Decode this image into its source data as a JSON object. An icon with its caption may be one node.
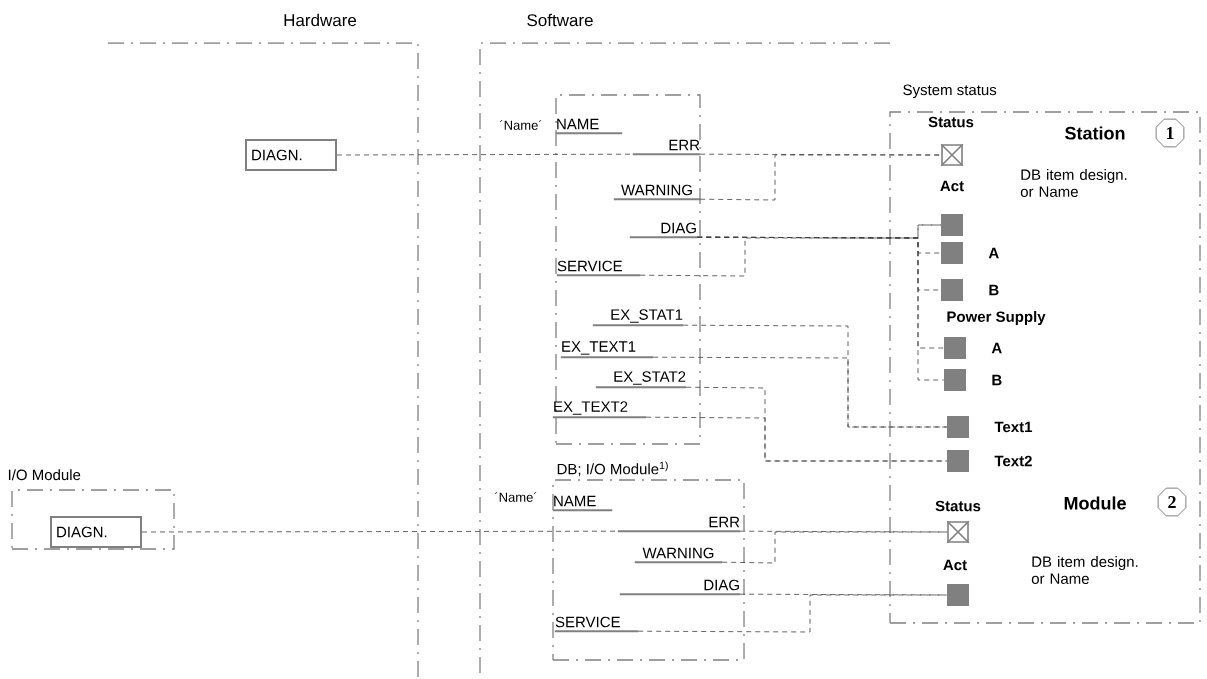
{
  "diagram": {
    "nodes": [
      {
        "text": [
          "DIAGN."
        ]
      },
      {
        "text": [
          "I/O Module"
        ]
      },
      {
        "text": [
          "DIAGN."
        ],
        "in": 1
      },
      {
        "text": [],
        "shape": "box"
      },
      {
        "text": [
          "NAME"
        ],
        "in": 3
      },
      {
        "text": [
          "ERR"
        ],
        "in": 3
      },
      {
        "text": [
          "WARNING"
        ],
        "in": 3
      },
      {
        "text": [
          "DIAG"
        ],
        "in": 3
      },
      {
        "text": [
          "SERVICE"
        ],
        "in": 3
      },
      {
        "text": [
          "EX_STAT1"
        ],
        "in": 3
      },
      {
        "text": [
          "EX_TEXT1"
        ],
        "in": 3
      },
      {
        "text": [
          "EX_STAT2"
        ],
        "in": 3
      },
      {
        "text": [
          "EX_TEXT2"
        ],
        "in": 3
      },
      {
        "text": [
          "DB; I/O Module$^{1)}$"
        ]
      },
      {
        "text": [
          "NAME"
        ],
        "in": 13
      },
      {
        "text": [
          "ERR"
        ],
        "in": 13
      },
      {
        "text": [
          "WARNING"
        ],
        "in": 13
      },
      {
        "text": [
          "DIAG"
        ],
        "in": 13
      },
      {
        "text": [
          "SERVICE"
        ],
        "in": 13
      },
      {
        "text": [
          "System status"
        ]
      },
      {
        "text": [],
        "shape": "box",
        "in": 19
      },
      {
        "text": [],
        "shape": "box",
        "in": 19
      },
      {
        "text": [],
        "shape": "box",
        "in": 19,
        "beside": [
          "A"
        ]
      },
      {
        "text": [],
        "shape": "box",
        "in": 19,
        "beside": [
          "B"
        ]
      },
      {
        "text": [],
        "shape": "box",
        "in": 19,
        "beside": [
          "A"
        ]
      },
      {
        "text": [],
        "shape": "box",
        "in": 19,
        "beside": [
          "B"
        ]
      },
      {
        "text": [],
        "shape": "box",
        "in": 19,
        "beside": [
          "Text1"
        ]
      },
      {
        "text": [],
        "shape": "box",
        "in": 19,
        "beside": [
          "Text2"
        ]
      },
      {
        "text": [],
        "shape": "box",
        "in": 19
      },
      {
        "text": [],
        "shape": "box",
        "in": 19
      },
      {
        "text": [
          "1"
        ],
        "in": 19
      },
      {
        "text": [
          "2"
        ],
        "in": 19
      }
    ],
    "edges": [
      {
        "from": 0,
        "to": 5,
        "arrow": "none"
      },
      {
        "from": 5,
        "to": 20,
        "arrow": "none"
      },
      {
        "from": 6,
        "to": 20,
        "arrow": "none"
      },
      {
        "from": 7,
        "to": 21,
        "arrow": "none"
      },
      {
        "from": 7,
        "to": 22,
        "arrow": "none"
      },
      {
        "from": 7,
        "to": 23,
        "arrow": "none"
      },
      {
        "from": 7,
        "to": 24,
        "arrow": "none"
      },
      {
        "from": 7,
        "to": 25,
        "arrow": "none"
      },
      {
        "from": 8,
        "to": 21,
        "arrow": "none"
      },
      {
        "from": 9,
        "to": 26,
        "arrow": "none"
      },
      {
        "from": 10,
        "to": 26,
        "arrow": "none"
      },
      {
        "from": 11,
        "to": 27,
        "arrow": "none"
      },
      {
        "from": 12,
        "to": 27,
        "arrow": "none"
      },
      {
        "from": 2,
        "to": 15,
        "arrow": "none"
      },
      {
        "from": 15,
        "to": 28,
        "arrow": "none"
      },
      {
        "from": 16,
        "to": 28,
        "arrow": "none"
      },
      {
        "from": 17,
        "to": 29,
        "arrow": "none"
      },
      {
        "from": 18,
        "to": 29,
        "arrow": "none"
      }
    ],
    "labels": [
      "Hardware",
      "Software",
      "´Name´",
      "Status",
      "Station",
      "DB item design. or Name",
      "Act",
      "Power Supply",
      "´Name´",
      "Status",
      "Module",
      "Act",
      "DB item design. or Name"
    ]
  }
}
